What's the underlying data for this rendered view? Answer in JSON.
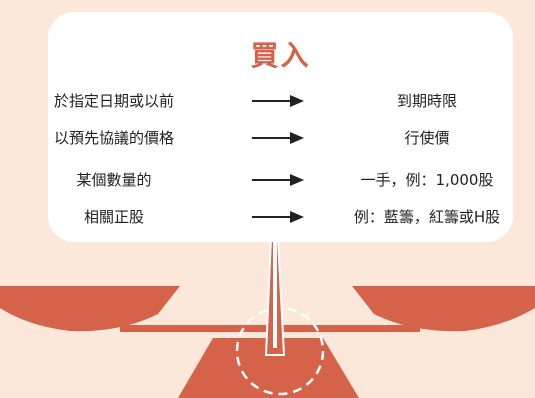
{
  "title": "買入",
  "rows": [
    {
      "left": "於指定日期或以前",
      "right": "到期時限"
    },
    {
      "left": "以預先協議的價格",
      "right": "行使價"
    },
    {
      "left": "某個數量的",
      "right": "一手，例：1,000股"
    },
    {
      "left": "相關正股",
      "right": "例：藍籌，紅籌或H股"
    }
  ],
  "colors": {
    "background": "#fbe8da",
    "accent": "#d5634a",
    "card": "#ffffff",
    "text": "#222222"
  },
  "icons": {
    "arrow": "right-arrow-icon",
    "scale": "balance-scale-illustration"
  }
}
